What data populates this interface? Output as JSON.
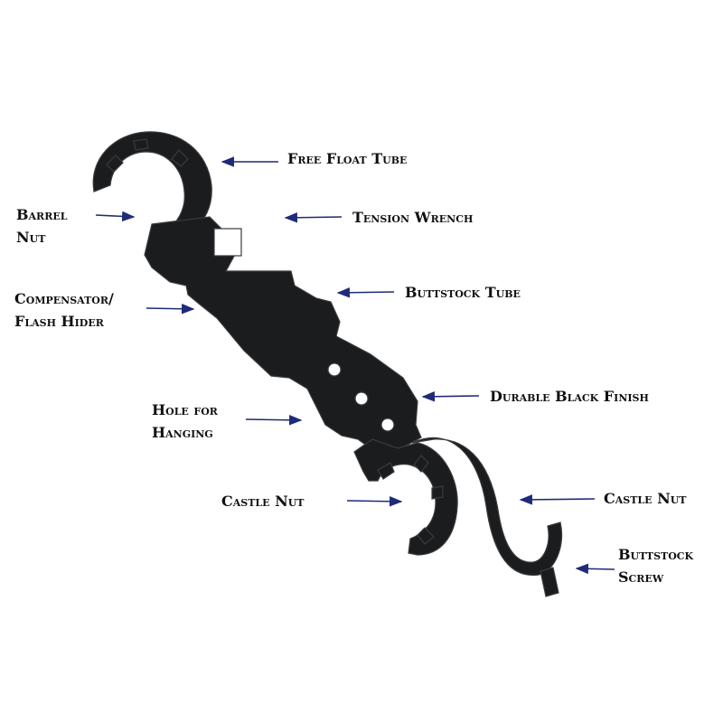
{
  "colors": {
    "background": "#ffffff",
    "tool_body": "#1b1c1e",
    "tool_edge": "#3a3b3f",
    "arrow": "#1f2a78",
    "label_text": "#111111"
  },
  "labels": {
    "free_float_tube": "Free Float Tube",
    "barrel_nut": [
      "Barrel",
      "Nut"
    ],
    "tension_wrench": "Tension Wrench",
    "compensator_flash_hider": [
      "Compensator/",
      "Flash Hider"
    ],
    "buttstock_tube": "Buttstock Tube",
    "durable_black_finish": "Durable Black Finish",
    "hole_for_hanging": [
      "Hole for",
      "Hanging"
    ],
    "castle_nut_left": "Castle Nut",
    "castle_nut_right": "Castle Nut",
    "buttstock_screw": [
      "Buttstock",
      "Screw"
    ]
  }
}
